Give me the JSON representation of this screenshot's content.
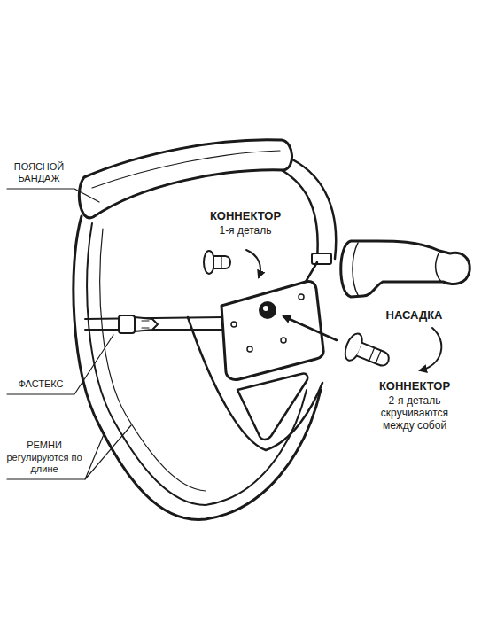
{
  "diagram": {
    "labels": [
      "ПОЯСНОЙ БАНДАЖ",
      "КОННЕКТОР",
      "1-я деталь",
      "НАСАДКА",
      "КОННЕКТОР",
      "2-я деталь скручиваются между собой",
      "ФАСТЕКС",
      "РЕМНИ",
      "регулируются по длине"
    ]
  }
}
